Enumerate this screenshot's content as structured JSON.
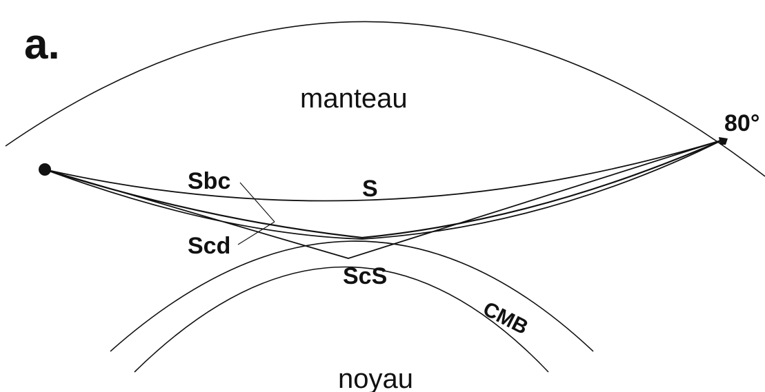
{
  "figure": {
    "panel_label": "a.",
    "angle_label": "80°",
    "region_labels": {
      "mantle": "manteau",
      "core": "noyau"
    },
    "boundary_label": "CMB",
    "rays": {
      "s": "S",
      "sbc": "Sbc",
      "scd": "Scd",
      "scs": "ScS"
    }
  }
}
